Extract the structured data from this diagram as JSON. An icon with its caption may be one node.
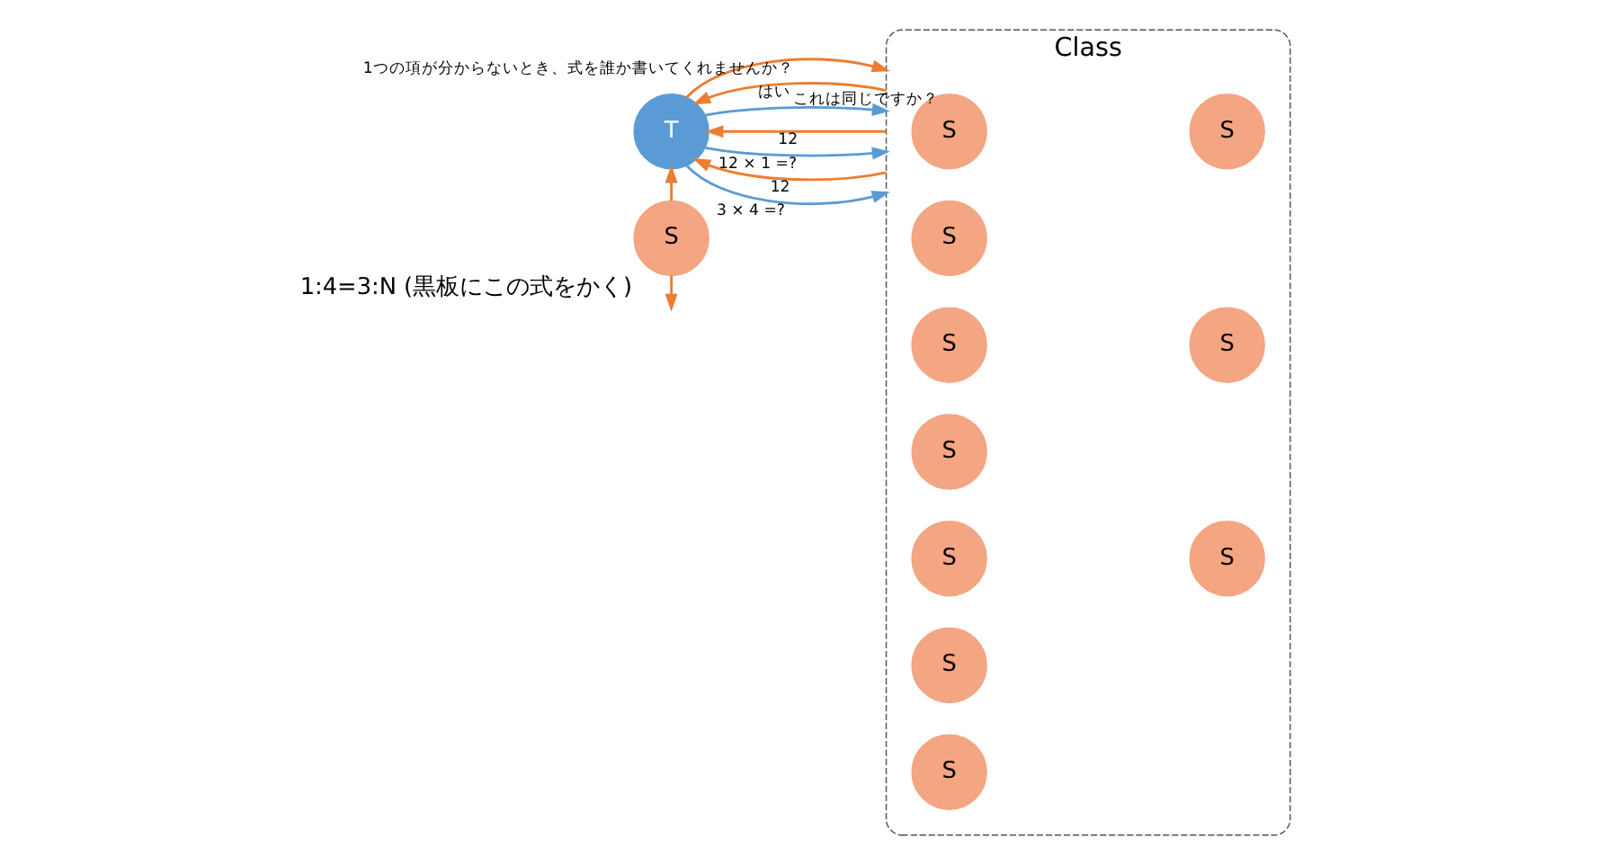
{
  "diagram": {
    "nodes": [
      {
        "text": [
          "T"
        ]
      },
      {
        "text": [
          "Class"
        ]
      },
      {
        "text": [
          "S"
        ],
        "in": 1
      },
      {
        "text": [
          "S"
        ],
        "in": 1
      },
      {
        "text": [
          "S"
        ],
        "in": 1
      },
      {
        "text": [
          "S"
        ],
        "in": 1
      },
      {
        "text": [
          "S"
        ],
        "in": 1
      },
      {
        "text": [
          "S"
        ],
        "in": 1
      },
      {
        "text": [
          "S"
        ],
        "in": 1
      },
      {
        "text": [
          "S"
        ],
        "in": 1
      },
      {
        "text": [
          "S"
        ],
        "in": 1
      },
      {
        "text": [
          "S"
        ],
        "in": 1
      },
      {
        "text": [
          "S"
        ],
        "beside": [
          "1:4=3:N (黒板にこの式をかく)"
        ]
      }
    ],
    "edges": [
      {
        "from": 0,
        "to": 1,
        "arrow": "to",
        "label": "3 × 4 =?",
        "color": "#5b9bd5"
      },
      {
        "from": 1,
        "to": 0,
        "arrow": "to",
        "label": "12"
      },
      {
        "from": 0,
        "to": 1,
        "arrow": "to",
        "label": "12 × 1 =?",
        "color": "#5b9bd5"
      },
      {
        "from": 1,
        "to": 0,
        "arrow": "to",
        "label": "12"
      },
      {
        "from": 0,
        "to": 1,
        "arrow": "to",
        "label": "これは同じですか？",
        "color": "#5b9bd5"
      },
      {
        "from": 1,
        "to": 0,
        "arrow": "to",
        "label": "はい"
      },
      {
        "from": 0,
        "to": 1,
        "arrow": "to",
        "label": "1つの項が分からないとき、式を誰か書いてくれませんか？"
      },
      {
        "from": 12,
        "to": 0,
        "arrow": "to"
      },
      {
        "from": 12,
        "to": null,
        "arrow": "to"
      }
    ]
  }
}
